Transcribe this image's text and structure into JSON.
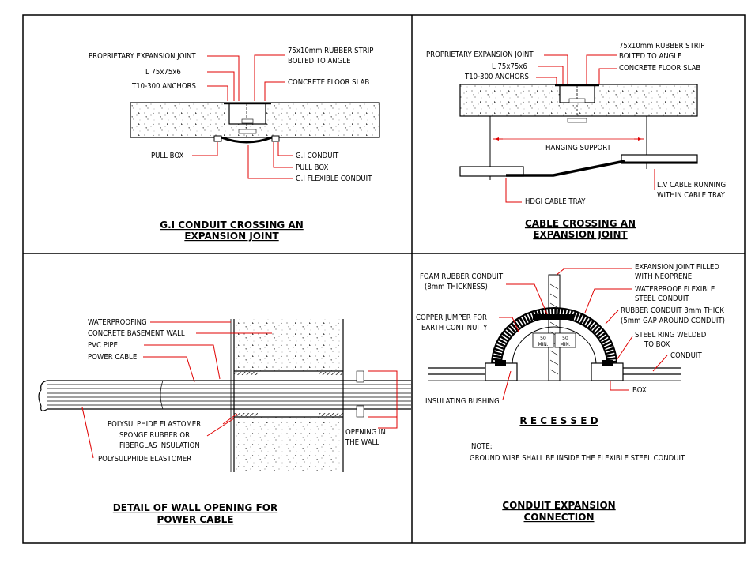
{
  "frame_color": "#000000",
  "leader_color": "#e00000",
  "panels": {
    "tl": {
      "title_line1": "G.I CONDUIT CROSSING AN",
      "title_line2": "EXPANSION JOINT",
      "labels": {
        "expansion_joint": "PROPRIETARY EXPANSION JOINT",
        "angle": "L 75x75x6",
        "anchors": "T10-300 ANCHORS",
        "rubber_strip_1": "75x10mm RUBBER STRIP",
        "rubber_strip_2": "BOLTED TO ANGLE",
        "slab": "CONCRETE FLOOR SLAB",
        "pull_box_left": "PULL BOX",
        "gi_conduit": "G.I CONDUIT",
        "pull_box_right": "PULL BOX",
        "flex_conduit": "G.I FLEXIBLE CONDUIT"
      }
    },
    "tr": {
      "title_line1": "CABLE CROSSING AN",
      "title_line2": "EXPANSION JOINT",
      "labels": {
        "expansion_joint": "PROPRIETARY EXPANSION JOINT",
        "angle": "L 75x75x6",
        "anchors": "T10-300 ANCHORS",
        "rubber_strip_1": "75x10mm RUBBER STRIP",
        "rubber_strip_2": "BOLTED TO ANGLE",
        "slab": "CONCRETE FLOOR SLAB",
        "hanging": "HANGING SUPPORT",
        "tray": "HDGI CABLE TRAY",
        "lv_1": "L.V CABLE RUNNING",
        "lv_2": "WITHIN CABLE TRAY"
      }
    },
    "bl": {
      "title_line1": "DETAIL OF WALL OPENING FOR",
      "title_line2": "POWER CABLE",
      "labels": {
        "waterproofing": "WATERPROOFING",
        "wall": "CONCRETE BASEMENT WALL",
        "pvc": "PVC PIPE",
        "cable": "POWER CABLE",
        "elastomer_1": "POLYSULPHIDE ELASTOMER",
        "sponge_1": "SPONGE RUBBER OR",
        "sponge_2": "FIBERGLAS INSULATION",
        "elastomer_2": "POLYSULPHIDE ELASTOMER",
        "opening_1": "OPENING IN",
        "opening_2": "THE WALL"
      }
    },
    "br": {
      "title_line1": "CONDUIT EXPANSION",
      "title_line2": "CONNECTION",
      "subtitle": "R E C E S S E D",
      "note_head": "NOTE:",
      "note_body": "GROUND WIRE SHALL BE INSIDE THE FLEXIBLE STEEL CONDUIT.",
      "labels": {
        "foam_1": "FOAM RUBBER CONDUIT",
        "foam_2": "(8mm THICKNESS)",
        "copper_1": "COPPER JUMPER FOR",
        "copper_2": "EARTH CONTINUITY",
        "bushing": "INSULATING BUSHING",
        "neoprene_1": "EXPANSION JOINT FILLED",
        "neoprene_2": "WITH NEOPRENE",
        "flex_1": "WATERPROOF FLEXIBLE",
        "flex_2": "STEEL CONDUIT",
        "rubber_1": "RUBBER CONDUIT 3mm THICK",
        "rubber_2": "(5mm GAP AROUND CONDUIT)",
        "ring_1": "STEEL RING WELDED",
        "ring_2": "TO BOX",
        "conduit": "CONDUIT",
        "box": "BOX",
        "dim_50": "50",
        "dim_min": "MIN."
      }
    }
  }
}
